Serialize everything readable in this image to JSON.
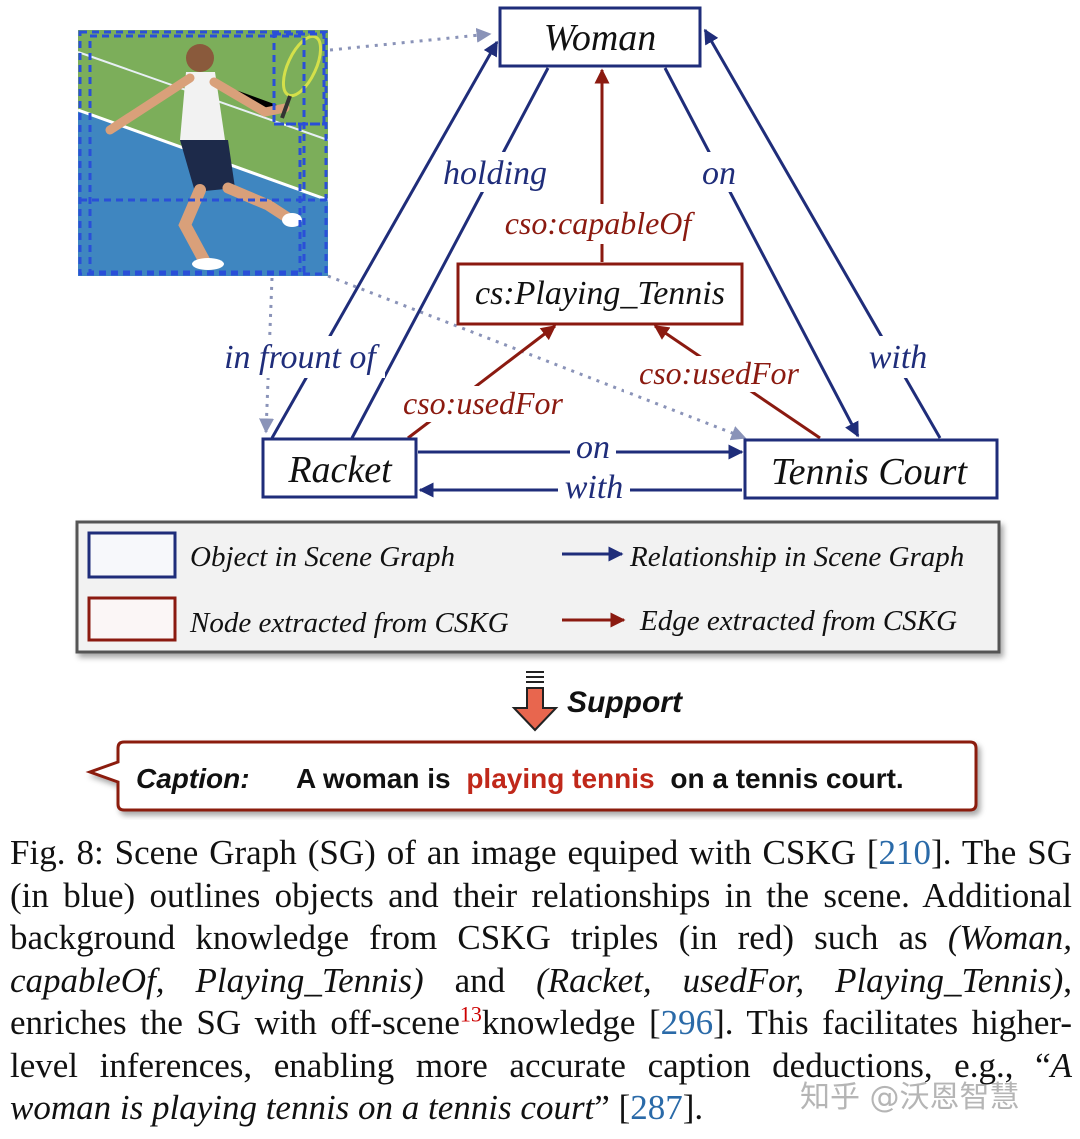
{
  "nodes": {
    "woman": "Woman",
    "playing_tennis": "cs:Playing_Tennis",
    "racket": "Racket",
    "tennis_court": "Tennis Court"
  },
  "edges": {
    "holding": "holding",
    "on_woman_court": "on",
    "in_front_of": "in frount of",
    "with_court_woman": "with",
    "on_racket_court": "on",
    "with_court_racket": "with",
    "capable_of": "cso:capableOf",
    "used_for_racket": "cso:usedFor",
    "used_for_court": "cso:usedFor"
  },
  "legend": {
    "object_sg": "Object in Scene Graph",
    "relationship_sg": "Relationship in Scene Graph",
    "node_cskg": "Node extracted from CSKG",
    "edge_cskg": "Edge extracted from CSKG"
  },
  "support_label": "Support",
  "caption_box": {
    "label": "Caption:",
    "before": "A woman is",
    "highlight": "playing tennis",
    "after": "on a tennis court."
  },
  "figure_caption": {
    "p1": "Fig. 8: Scene Graph (SG) of an image equiped with CSKG [",
    "ref1": "210",
    "p2": "]. The SG (in blue) outlines objects and their relationships in the scene. Additional background knowledge from CSKG triples (in red) such as ",
    "triple1": "(Woman, capableOf, Playing_Tennis)",
    "p3": " and ",
    "triple2": "(Racket, usedFor, Playing_Tennis)",
    "p4": ", enriches the SG with off-scene",
    "footnote": "13",
    "p5": "knowledge [",
    "ref2": "296",
    "p6": "]. This facilitates higher-level inferences, enabling more accurate caption deductions, e.g., “",
    "quote": "A woman is playing tennis on a tennis court",
    "p7": "” [",
    "ref3": "287",
    "p8": "]."
  },
  "watermark": "知乎 @沃恩智慧",
  "colors": {
    "blue": "#1f2d7a",
    "red": "#8b1a10",
    "link": "#2a6aa8",
    "highlight": "#c0281a"
  }
}
